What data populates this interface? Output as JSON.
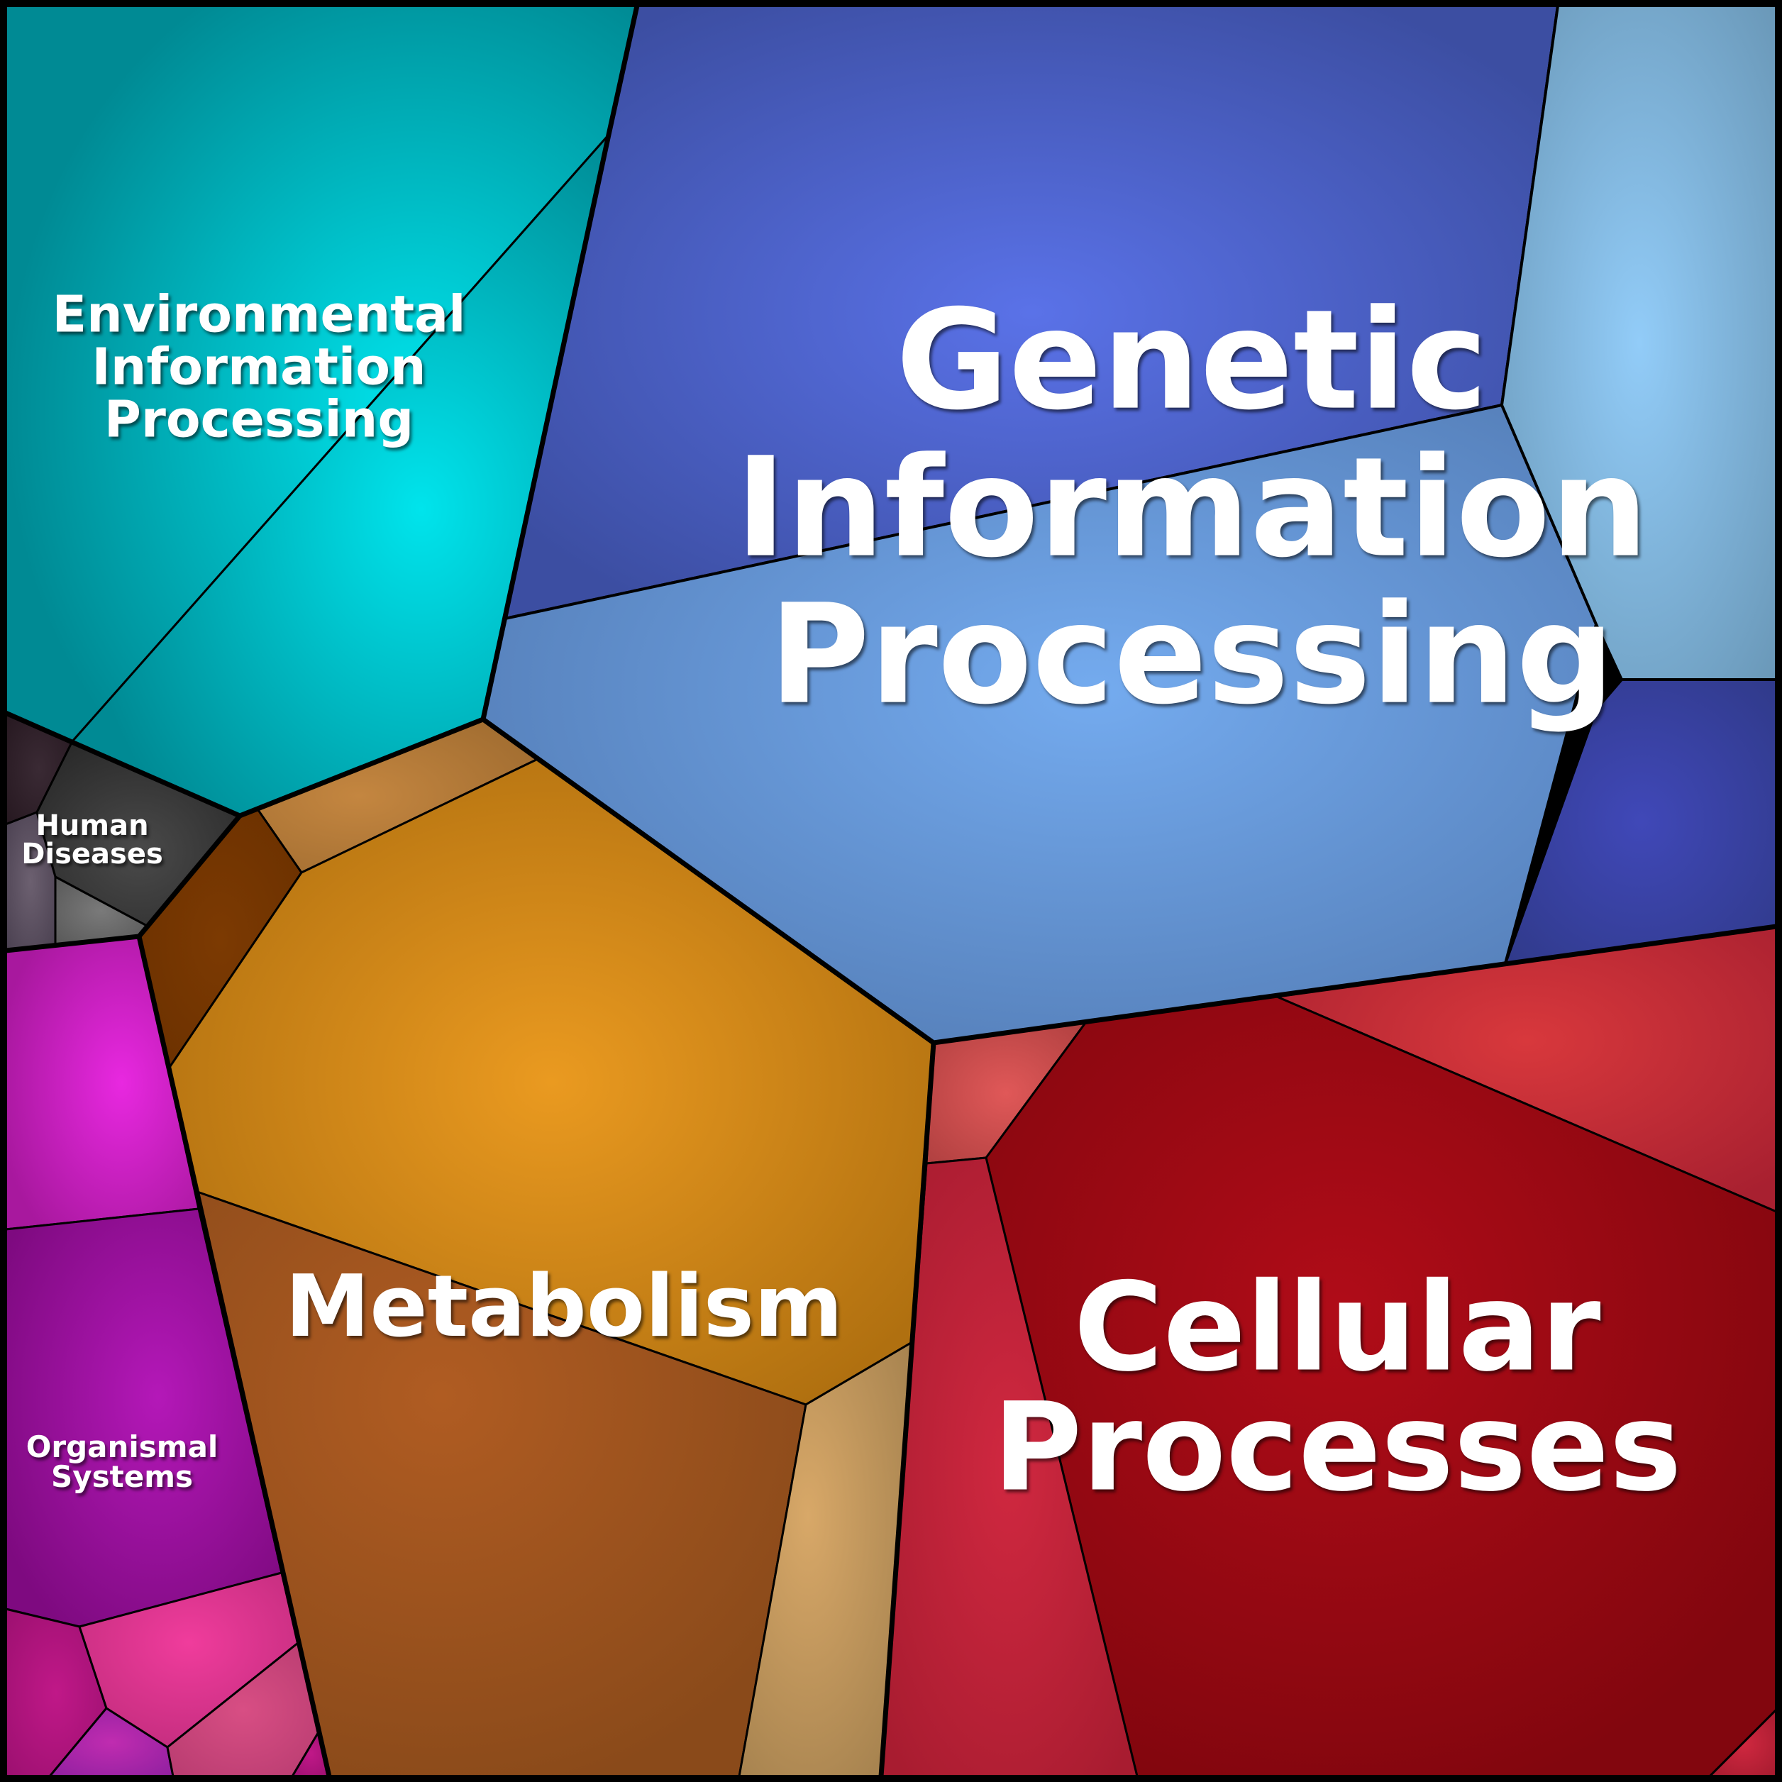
{
  "diagram": {
    "type": "voronoi-treemap",
    "categories": [
      {
        "name": "Genetic Information Processing",
        "lines": [
          "Genetic",
          "Information",
          "Processing"
        ],
        "color": "#4c63d2"
      },
      {
        "name": "Cellular Processes",
        "lines": [
          "Cellular",
          "Processes"
        ],
        "color": "#a00a16"
      },
      {
        "name": "Metabolism",
        "lines": [
          "Metabolism"
        ],
        "color": "#d08a1c"
      },
      {
        "name": "Environmental Information Processing",
        "lines": [
          "Environmental",
          "Information",
          "Processing"
        ],
        "color": "#00b4c0"
      },
      {
        "name": "Human Diseases",
        "lines": [
          "Human",
          "Diseases"
        ],
        "color": "#3a3a3a"
      },
      {
        "name": "Organismal Systems",
        "lines": [
          "Organismal",
          "Systems"
        ],
        "color": "#b011b4"
      }
    ]
  }
}
